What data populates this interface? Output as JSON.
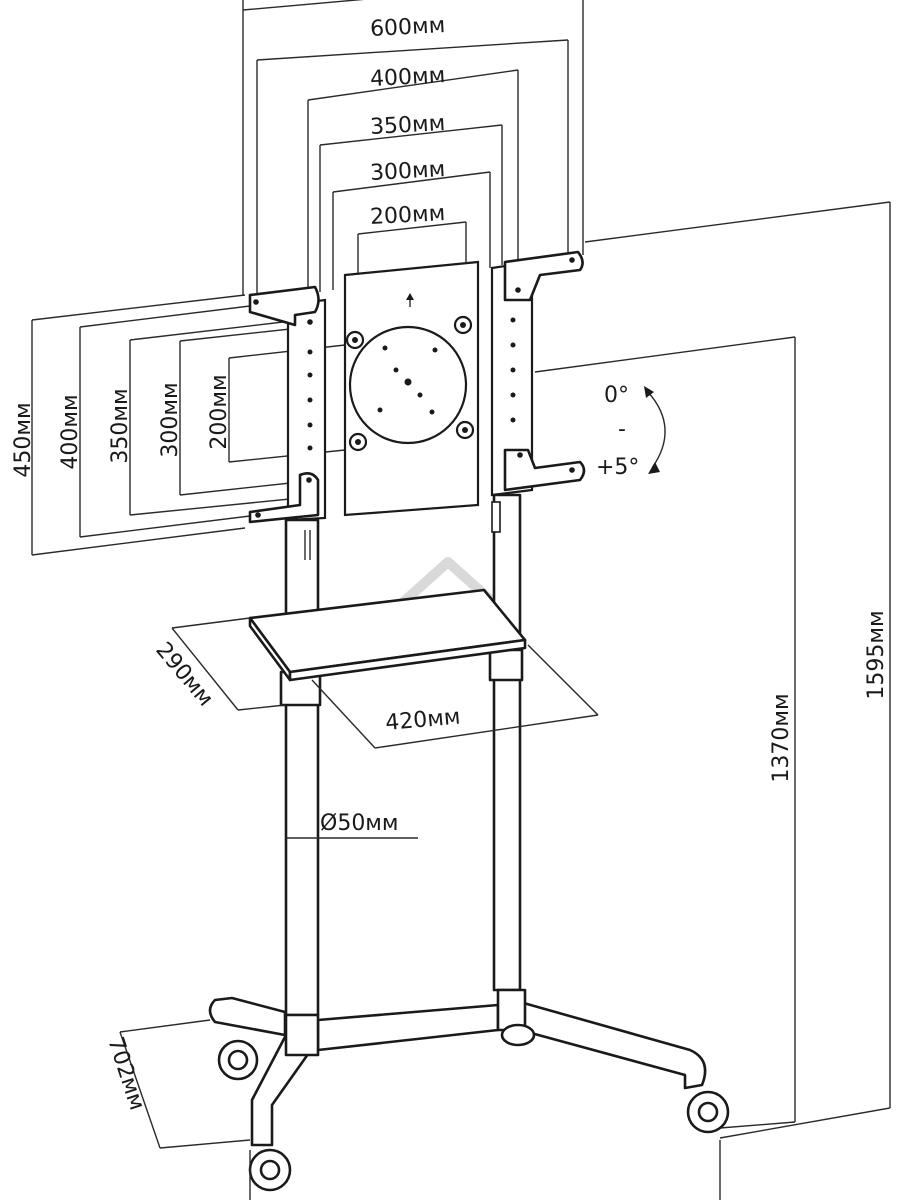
{
  "diagram": {
    "vesa_horizontal": [
      "600мм",
      "400мм",
      "350мм",
      "300мм",
      "200мм"
    ],
    "vesa_vertical": [
      "450мм",
      "400мм",
      "350мм",
      "300мм",
      "200мм"
    ],
    "tilt": {
      "top": "0°",
      "dash": "-",
      "bottom": "+5°"
    },
    "shelf_depth": "290мм",
    "shelf_width": "420мм",
    "pole_diameter": "Ø50мм",
    "height_mount": "1370мм",
    "height_total": "1595мм",
    "base_depth": "702мм"
  }
}
